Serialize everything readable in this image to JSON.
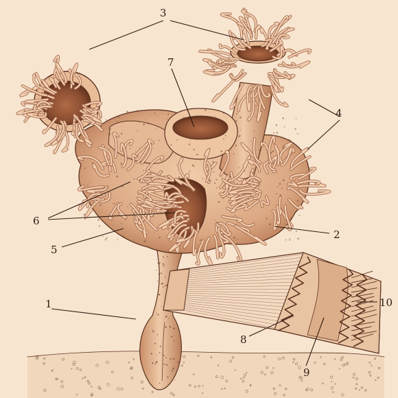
{
  "figure": {
    "labels": [
      {
        "id": "label-1",
        "text": "1"
      },
      {
        "id": "label-2",
        "text": "2"
      },
      {
        "id": "label-3",
        "text": "3"
      },
      {
        "id": "label-4",
        "text": "4"
      },
      {
        "id": "label-5",
        "text": "5"
      },
      {
        "id": "label-6",
        "text": "6"
      },
      {
        "id": "label-7",
        "text": "7"
      },
      {
        "id": "label-8",
        "text": "8"
      },
      {
        "id": "label-9",
        "text": "9"
      },
      {
        "id": "label-10",
        "text": "10"
      }
    ]
  },
  "colors": {
    "background": "#f8e5cf",
    "body_fill": "#e2b48f",
    "body_shadow": "#b77a55",
    "ink": "#5b3220",
    "cavity": "#8a4d31",
    "label": "#2b1a12"
  }
}
